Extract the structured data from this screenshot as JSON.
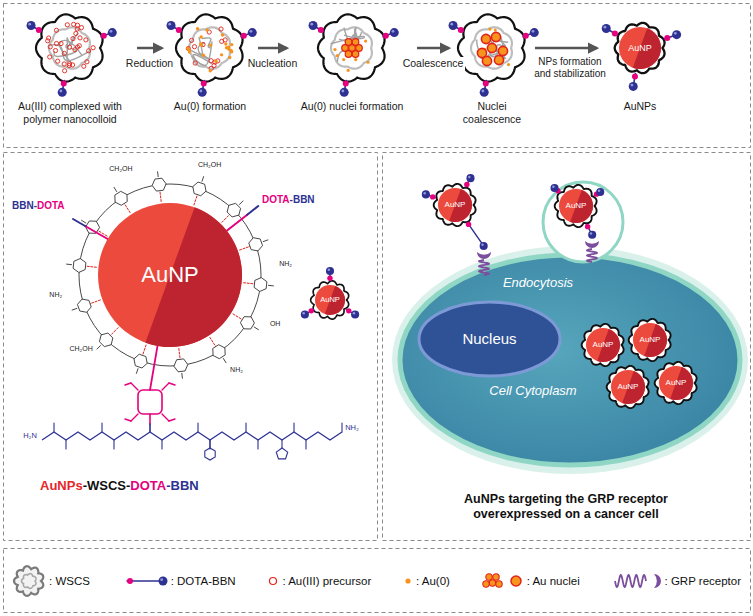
{
  "diagram": {
    "nodes": [
      {
        "text": [
          "Au(III) complexed with polymer nanocolloid"
        ]
      },
      {
        "text": [
          "Au(0) formation"
        ]
      },
      {
        "text": [
          "Au(0) nuclei formation"
        ]
      },
      {
        "text": [
          "Nuclei coalescence"
        ]
      },
      {
        "text": [
          "AuNP",
          "AuNPs"
        ]
      },
      {
        "text": [
          "AuNP"
        ]
      },
      {
        "text": [
          "AuNP"
        ]
      },
      {
        "text": [
          "Endocytosis",
          "Cell Cytoplasm"
        ]
      },
      {
        "text": [
          "Nucleus"
        ],
        "in": 7
      },
      {
        "text": [
          "AuNP"
        ]
      },
      {
        "text": [
          "AuNP"
        ]
      },
      {
        "text": [
          "AuNP"
        ],
        "in": 7
      },
      {
        "text": [
          "AuNP"
        ],
        "in": 7
      },
      {
        "text": [
          "AuNP"
        ],
        "in": 7
      },
      {
        "text": [
          "AuNP"
        ],
        "in": 7
      }
    ],
    "edges": [
      {
        "from": 0,
        "to": 1,
        "label": "Reduction",
        "arrow": "to"
      },
      {
        "from": 1,
        "to": 2,
        "label": "Nucleation",
        "arrow": "to"
      },
      {
        "from": 2,
        "to": 3,
        "label": "Coalescence",
        "arrow": "to"
      },
      {
        "from": 3,
        "to": 4,
        "label": "NPs formation and stabilization",
        "arrow": "to"
      }
    ],
    "labels": [
      "BBN-",
      "DOTA",
      "DOTA",
      "-BBN",
      "AuNPs",
      "-WSCS-",
      "DOTA",
      "-BBN",
      "AuNPs targeting the GRP receptor overexpressed on a cancer cell",
      "CH₂OH",
      "CH₂OH",
      "NH₂",
      "OH",
      "NH₂",
      "CH₂OH",
      "NH₂",
      "H₂N",
      "NH₂"
    ],
    "legend": [
      {
        "text": ": WSCS"
      },
      {
        "text": ": DOTA-BBN"
      },
      {
        "text": ": Au(III) precursor"
      },
      {
        "text": ": Au(0)"
      },
      {
        "text": ": Au nuclei"
      },
      {
        "text": ": GRP receptor"
      }
    ]
  }
}
